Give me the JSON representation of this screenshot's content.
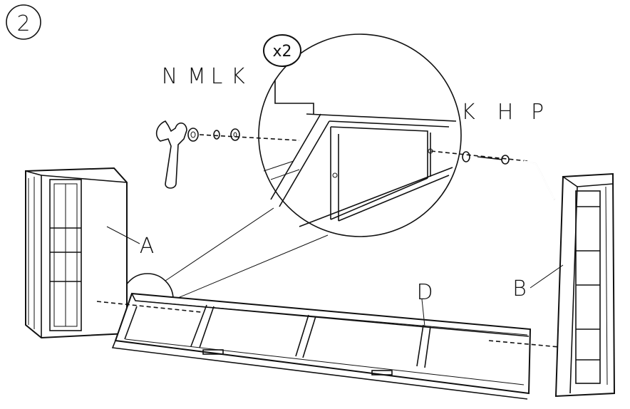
{
  "step": {
    "number": "2"
  },
  "zoom": {
    "multiplier": "x2"
  },
  "hardware": {
    "N": "N",
    "M": "M",
    "L": "L",
    "K_left": "K",
    "K_right": "K",
    "H": "H",
    "P": "P"
  },
  "parts": {
    "A": "A",
    "B": "B",
    "D": "D"
  }
}
